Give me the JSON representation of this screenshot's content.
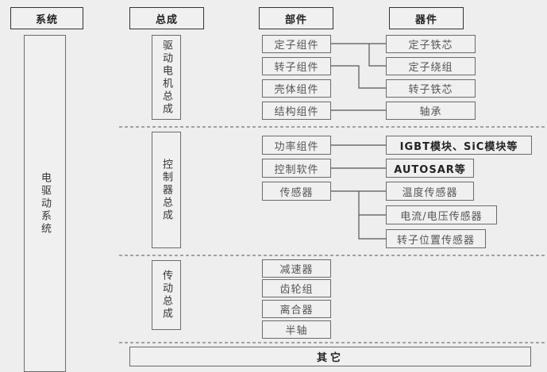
{
  "headers": {
    "system": "系统",
    "assembly": "总成",
    "component": "部件",
    "device": "器件"
  },
  "system": "电驱动系统",
  "assemblies": [
    {
      "name": "驱动电机总成",
      "components": [
        "定子组件",
        "转子组件",
        "壳体组件",
        "结构组件"
      ],
      "devices": [
        "定子铁芯",
        "定子绕组",
        "转子铁芯",
        "轴承"
      ]
    },
    {
      "name": "控制器总成",
      "components": [
        "功率组件",
        "控制软件",
        "传感器"
      ],
      "devices": [
        "IGBT模块、SiC模块等",
        "AUTOSAR等",
        "温度传感器",
        "电流/电压传感器",
        "转子位置传感器"
      ]
    },
    {
      "name": "传动总成",
      "components": [
        "减速器",
        "齿轮组",
        "离合器",
        "半轴"
      ]
    }
  ],
  "other": "其它"
}
